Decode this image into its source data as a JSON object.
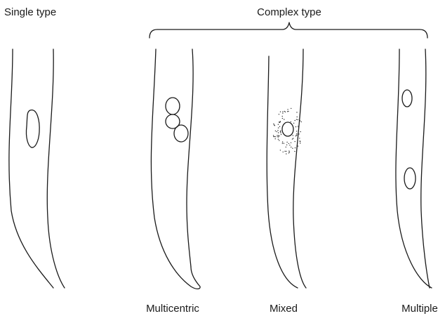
{
  "labels": {
    "single_type": "Single type",
    "complex_type": "Complex type",
    "multicentric": "Multicentric",
    "mixed": "Mixed",
    "multiple": "Multiple"
  },
  "colors": {
    "line": "#1a1a1a",
    "background": "#ffffff"
  }
}
